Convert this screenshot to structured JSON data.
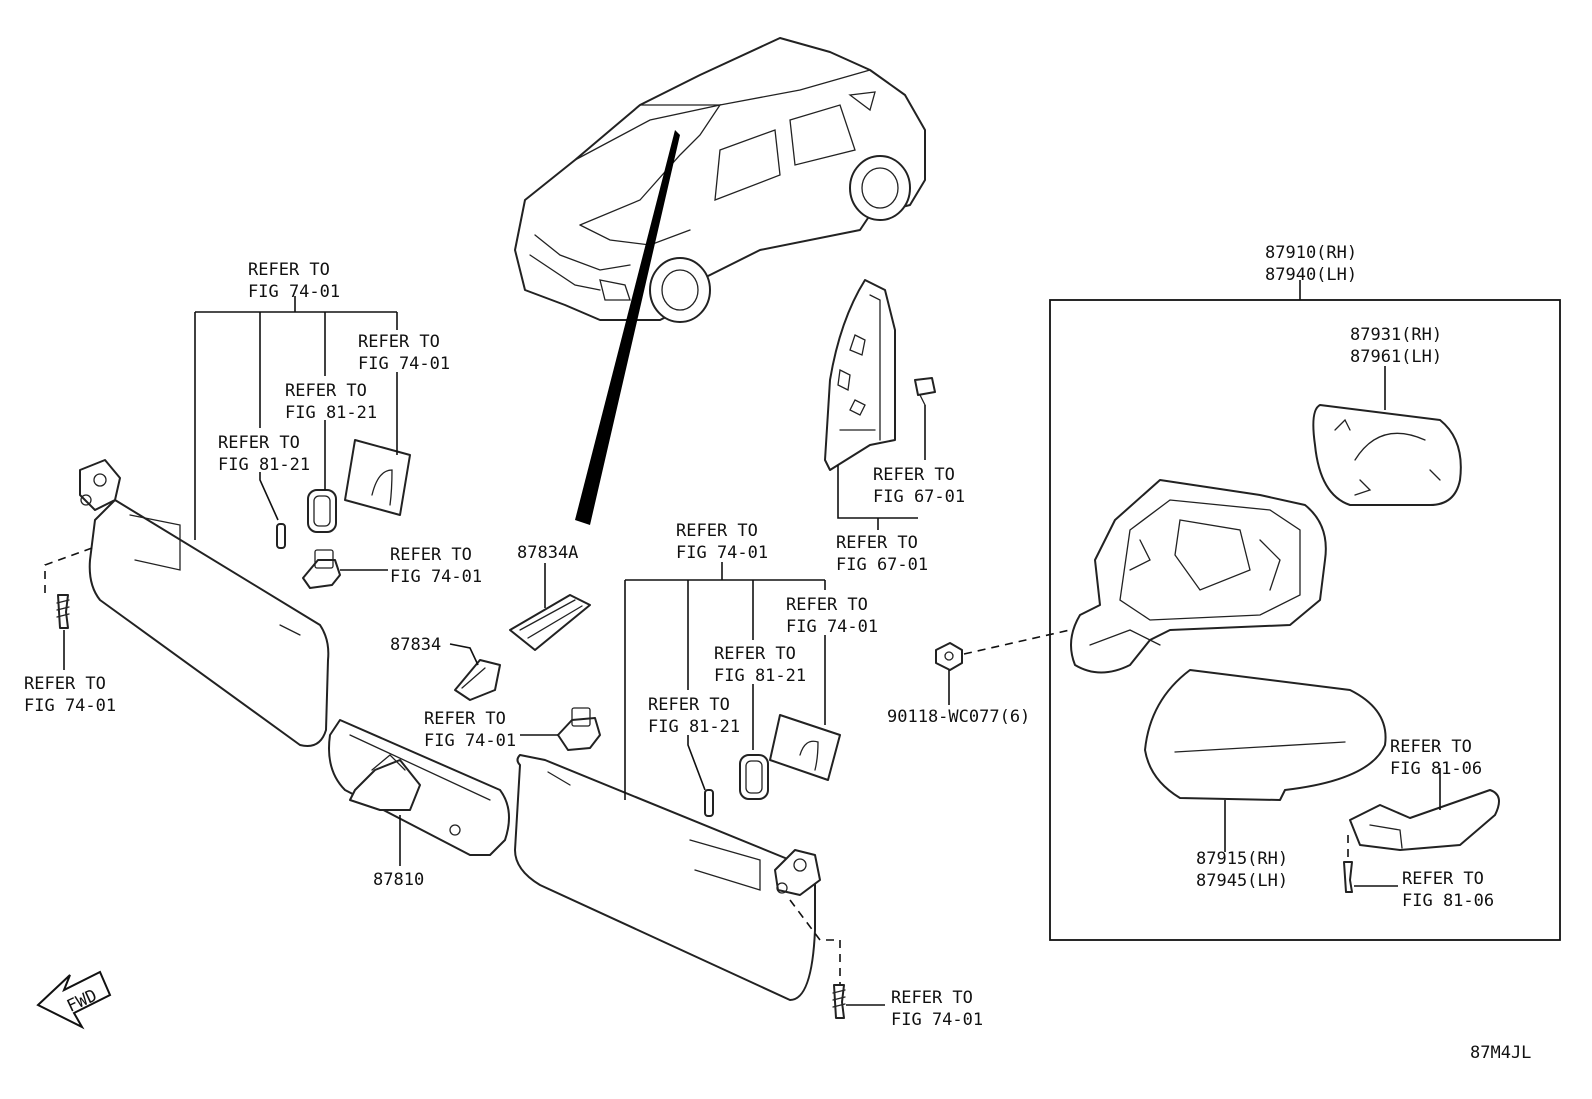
{
  "callouts": {
    "refer_to_fig_74_01": "REFER TO\nFIG 74-01",
    "refer_to_fig_81_21": "REFER TO\nFIG 81-21",
    "refer_to_fig_67_01": "REFER TO\nFIG 67-01",
    "refer_to_fig_81_06": "REFER TO\nFIG 81-06"
  },
  "part_numbers": {
    "p87910_87940": "87910(RH)\n87940(LH)",
    "p87931_87961": "87931(RH)\n87961(LH)",
    "p87915_87945": "87915(RH)\n87945(LH)",
    "p87834A": "87834A",
    "p87834": "87834",
    "p87810": "87810",
    "p90118": "90118-WC077(6)"
  },
  "fwd_badge": "FWD",
  "diagram_code": "87M4JL"
}
